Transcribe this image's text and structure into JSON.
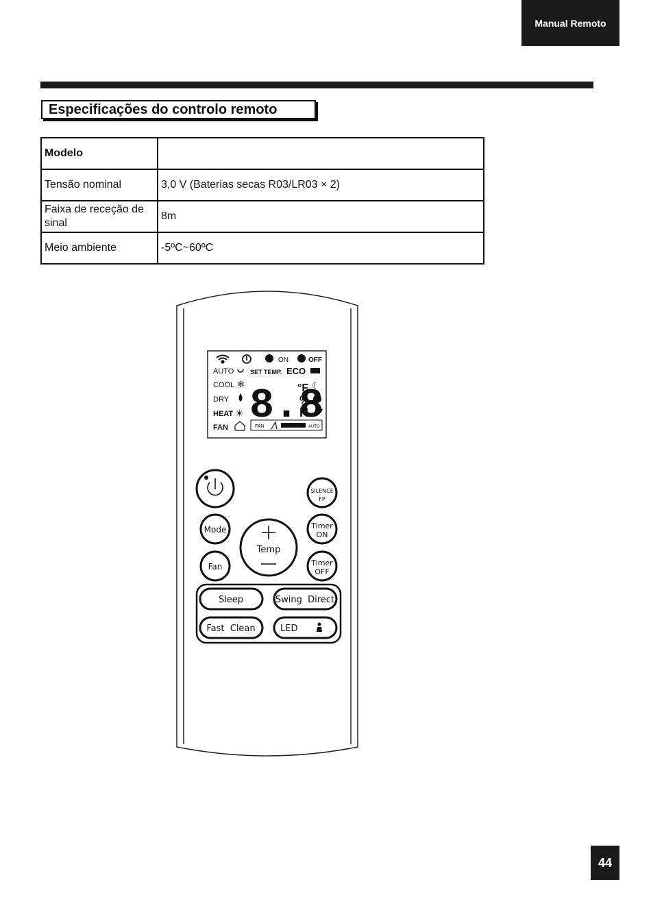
{
  "header": {
    "section": "Manual Remoto"
  },
  "title": "Especificações do controlo remoto",
  "spec_table": {
    "rows": [
      {
        "label": "Modelo",
        "value": ""
      },
      {
        "label": "Tensão nominal",
        "value": "3,0 V (Baterias secas R03/LR03 × 2)"
      },
      {
        "label": "Faixa de receção de sinal",
        "value": "8m"
      },
      {
        "label": "Meio ambiente",
        "value": "-5ºC~60ºC"
      }
    ]
  },
  "lcd": {
    "on": "ON",
    "off": "OFF",
    "auto": "AUTO",
    "set_temp": "SET TEMP.",
    "eco": "ECO",
    "cool": "COOL",
    "dry": "DRY",
    "heat": "HEAT",
    "fan": "FAN",
    "digits": "8.8",
    "deg_f": "°F",
    "percent": "%",
    "h": "H",
    "fan_bar_label": "FAN",
    "fan_bar_auto": "AUTO"
  },
  "buttons": {
    "silence_top": "SILENCE",
    "silence_bottom": "FP",
    "mode": "Mode",
    "timer_on_top": "Timer",
    "timer_on_bottom": "ON",
    "temp": "Temp",
    "fan": "Fan",
    "timer_off_top": "Timer",
    "timer_off_bottom": "OFF",
    "sleep": "Sleep",
    "swing_direct": "Swing  Direct",
    "fast_clean": "Fast  Clean",
    "led": "LED"
  },
  "footer": {
    "page_number": "44"
  }
}
